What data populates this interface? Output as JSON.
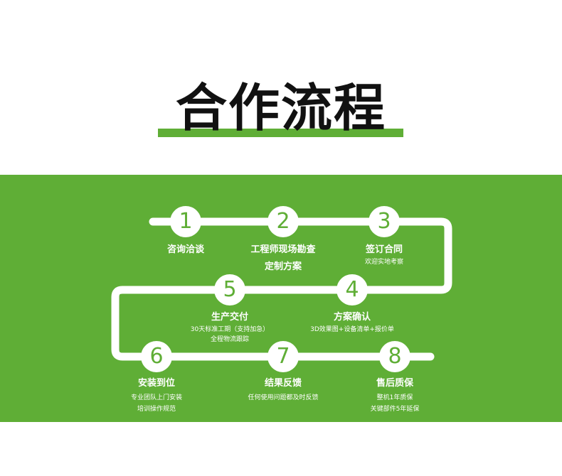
{
  "title": "合作流程",
  "colors": {
    "accent": "#5fae36"
  },
  "steps": [
    {
      "num": "1",
      "title": "咨询洽谈"
    },
    {
      "num": "2",
      "title": "工程师现场勘查",
      "title2": "定制方案"
    },
    {
      "num": "3",
      "title": "签订合同",
      "sub": "欢迎实地考察"
    },
    {
      "num": "4",
      "title": "方案确认",
      "sub": "3D效果图+设备清单+报价单"
    },
    {
      "num": "5",
      "title": "生产交付",
      "sub": "30天标准工期（支持加急）",
      "sub2": "全程物流跟踪"
    },
    {
      "num": "6",
      "title": "安装到位",
      "sub": "专业团队上门安装",
      "sub2": "培训操作规范"
    },
    {
      "num": "7",
      "title": "结果反馈",
      "sub": "任何使用问题都及时反馈"
    },
    {
      "num": "8",
      "title": "售后质保",
      "sub": "整机1年质保",
      "sub2": "关键部件5年延保"
    }
  ]
}
